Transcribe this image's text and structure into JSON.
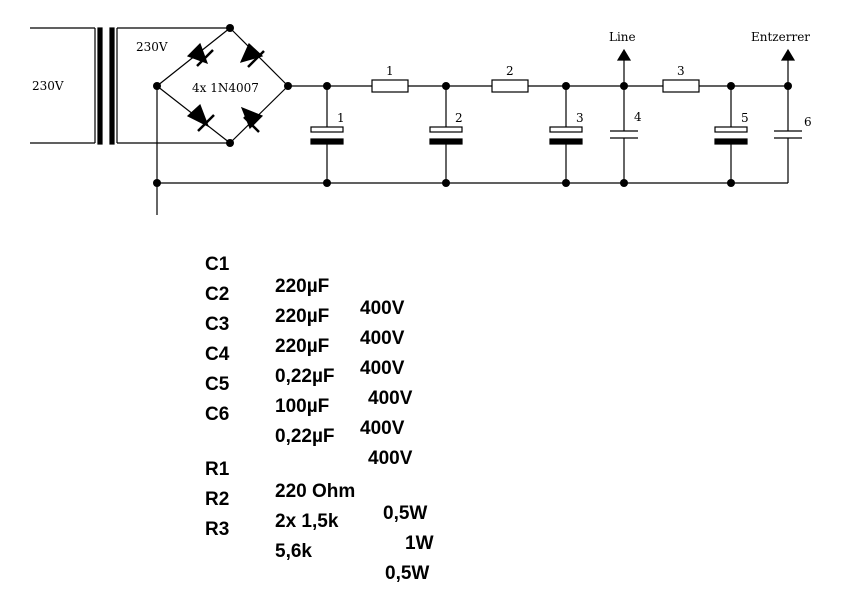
{
  "schematic": {
    "mains_label": "230V",
    "secondary_label": "230V",
    "bridge_label": "4x 1N4007",
    "line_label": "Line",
    "entzerrer_label": "Entzerrer",
    "resistor_numbers": [
      "1",
      "2",
      "3"
    ],
    "capacitor_numbers": [
      "1",
      "2",
      "3",
      "4",
      "5",
      "6"
    ]
  },
  "parts": {
    "capacitors": [
      {
        "ref": "C1",
        "value": "220µF",
        "rating": "400V"
      },
      {
        "ref": "C2",
        "value": "220µF",
        "rating": "400V"
      },
      {
        "ref": "C3",
        "value": "220µF",
        "rating": "400V"
      },
      {
        "ref": "C4",
        "value": "0,22µF",
        "rating": "400V"
      },
      {
        "ref": "C5",
        "value": "100µF",
        "rating": "400V"
      },
      {
        "ref": "C6",
        "value": "0,22µF",
        "rating": "400V"
      }
    ],
    "resistors": [
      {
        "ref": "R1",
        "value": "220 Ohm",
        "rating": "0,5W"
      },
      {
        "ref": "R2",
        "value": "2x 1,5k",
        "rating": "1W"
      },
      {
        "ref": "R3",
        "value": "5,6k",
        "rating": "0,5W"
      }
    ]
  }
}
